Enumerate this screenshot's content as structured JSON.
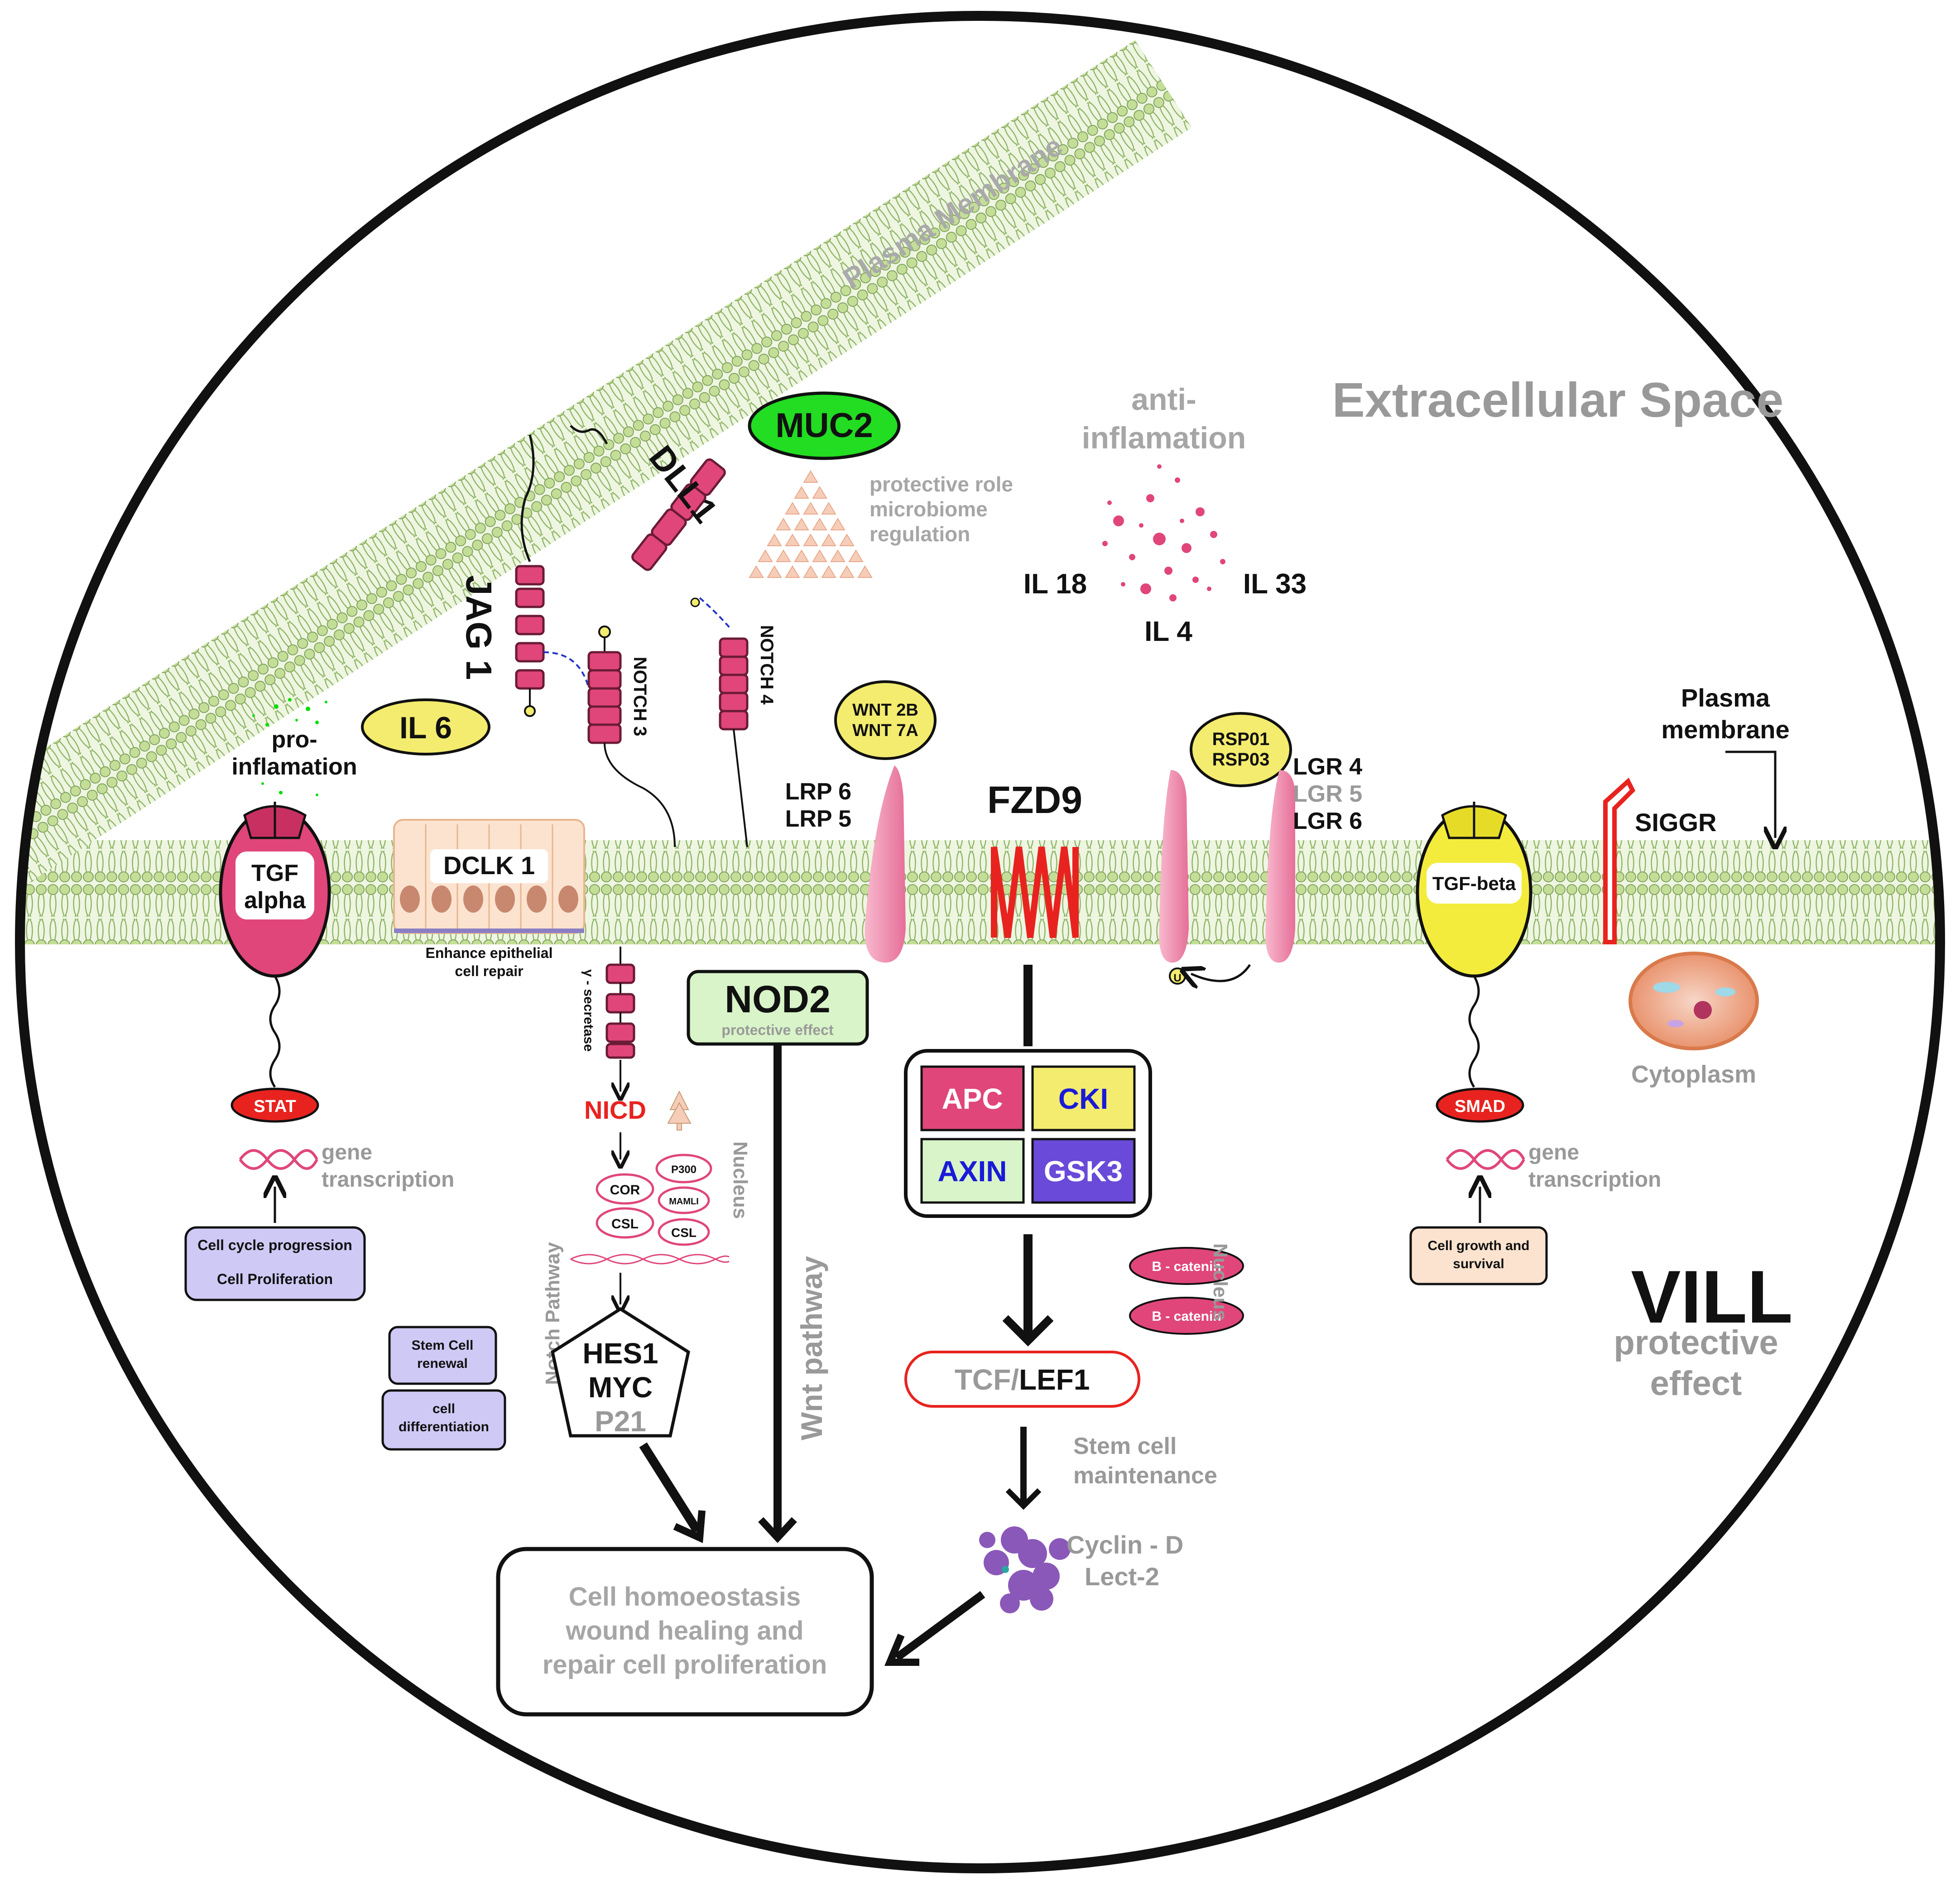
{
  "regions": {
    "extracellular": "Extracellular Space",
    "plasma_membrane_diag": "Plasma Membrane",
    "cytoplasm": "Cytoplasm",
    "plasma_membrane_right": [
      "Plasma",
      "membrane"
    ]
  },
  "molecules": {
    "muc2": "MUC2",
    "muc2_role": [
      "protective role",
      "microbiome",
      "regulation"
    ],
    "anti_inflam": [
      "anti-",
      "inflamation"
    ],
    "il18": "IL 18",
    "il33": "IL 33",
    "il4": "IL 4",
    "dll1": "DLL1",
    "jag1": "JAG 1",
    "notch3": "NOTCH 3",
    "notch4": "NOTCH 4",
    "il6": "IL 6",
    "pro_inflam": [
      "pro-",
      "inflamation"
    ],
    "wnt": [
      "WNT 2B",
      "WNT 7A"
    ],
    "lrp": [
      "LRP 6",
      "LRP 5"
    ],
    "fzd9": "FZD9",
    "rspo": [
      "RSP01",
      "RSP03"
    ],
    "lgr": [
      "LGR 4",
      "LGR 5",
      "LGR 6"
    ],
    "siggr": "SIGGR",
    "tgf_alpha": [
      "TGF",
      "alpha"
    ],
    "dclk1": "DCLK 1",
    "dclk1_note": [
      "Enhance epithelial",
      "cell repair"
    ],
    "tgf_beta": "TGF-beta",
    "u_badge": "U"
  },
  "left_path": {
    "stat": "STAT",
    "gene": [
      "gene",
      "transcription"
    ],
    "box": [
      "Cell cycle progression",
      "Cell Proliferation"
    ],
    "stem_renewal": [
      "Stem Cell",
      "renewal"
    ],
    "cell_diff": [
      "cell",
      "differentiation"
    ]
  },
  "notch_path": {
    "secretase": "γ - secretase",
    "nicd": "NICD",
    "factors": [
      "COR",
      "P300",
      "MAMLI",
      "CSL",
      "CSL"
    ],
    "nucleus": "Nucleus",
    "pathway": "Notch Pathway",
    "targets": [
      "HES1",
      "MYC",
      "P21"
    ]
  },
  "nod2": {
    "title": "NOD2",
    "sub": "protective effect"
  },
  "wnt_path": {
    "label": "Wnt pathway",
    "complex": [
      "APC",
      "CKI",
      "AXIN",
      "GSK3"
    ],
    "bcat": [
      "B - catenin",
      "B - catenin"
    ],
    "nucleus": "Nucleus",
    "tcf": "TCF/",
    "lef": "LEF1",
    "stem": [
      "Stem cell",
      "maintenance"
    ],
    "cyclin": [
      "Cyclin - D",
      "Lect-2"
    ]
  },
  "outcome": [
    "Cell homoeostasis",
    "wound healing and",
    "repair cell proliferation"
  ],
  "right_path": {
    "smad": "SMAD",
    "gene": [
      "gene",
      "transcription"
    ],
    "box": [
      "Cell growth and",
      "survival"
    ]
  },
  "vill": {
    "title": "VILL",
    "sub": [
      "protective",
      "effect"
    ]
  },
  "colors": {
    "pink": "#e04e7c",
    "membrane_green": "#bcd78f",
    "grey_text": "#999999",
    "red": "#e8231f",
    "yellow": "#f3ec6e",
    "lavender": "#cfc9f5",
    "green_label": "#00dd00"
  }
}
